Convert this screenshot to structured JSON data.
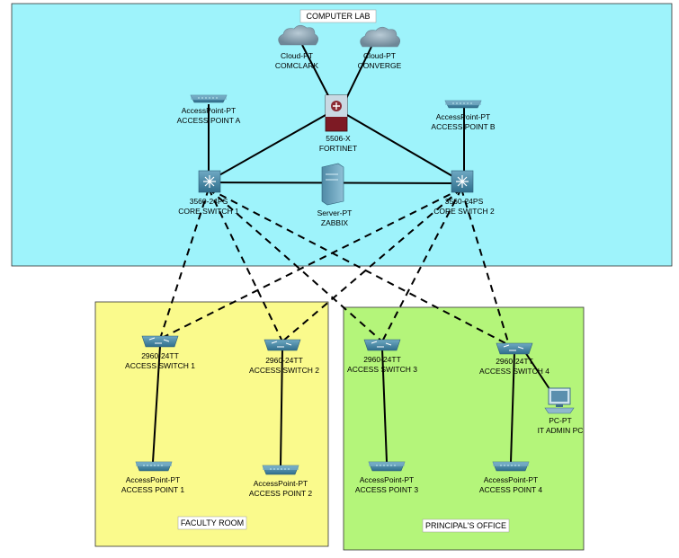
{
  "zones": {
    "computer_lab": {
      "label": "COMPUTER LAB",
      "color": "#9ef3fb"
    },
    "faculty_room": {
      "label": "FACULTY ROOM",
      "color": "#fafa8c"
    },
    "principals_office": {
      "label": "PRINCIPAL'S OFFICE",
      "color": "#b4f57a"
    }
  },
  "devices": {
    "cloud1": {
      "type": "Cloud-PT",
      "name": "COMCLARK"
    },
    "cloud2": {
      "type": "Cloud-PT",
      "name": "CONVERGE"
    },
    "firewall": {
      "type": "5506-X",
      "name": "FORTINET"
    },
    "ap_a": {
      "type": "AccessPoint-PT",
      "name": "ACCESS POINT A"
    },
    "ap_b": {
      "type": "AccessPoint-PT",
      "name": "ACCESS POINT B"
    },
    "core1": {
      "type": "3560-24PS",
      "name": "CORE SWITCH 1"
    },
    "core2": {
      "type": "3560-24PS",
      "name": "CORE SWITCH 2"
    },
    "server": {
      "type": "Server-PT",
      "name": "ZABBIX"
    },
    "as1": {
      "type": "2960-24TT",
      "name": "ACCESS SWITCH 1"
    },
    "as2": {
      "type": "2960-24TT",
      "name": "ACCESS SWITCH 2"
    },
    "as3": {
      "type": "2960-24TT",
      "name": "ACCESS SWITCH 3"
    },
    "as4": {
      "type": "2960-24TT",
      "name": "ACCESS SWITCH 4"
    },
    "ap1": {
      "type": "AccessPoint-PT",
      "name": "ACCESS POINT 1"
    },
    "ap2": {
      "type": "AccessPoint-PT",
      "name": "ACCESS POINT 2"
    },
    "ap3": {
      "type": "AccessPoint-PT",
      "name": "ACCESS POINT 3"
    },
    "ap4": {
      "type": "AccessPoint-PT",
      "name": "ACCESS POINT 4"
    },
    "pc": {
      "type": "PC-PT",
      "name": "IT ADMIN PC"
    }
  },
  "links": [
    {
      "from": "cloud1",
      "to": "firewall",
      "style": "solid"
    },
    {
      "from": "cloud2",
      "to": "firewall",
      "style": "solid"
    },
    {
      "from": "firewall",
      "to": "core1",
      "style": "solid"
    },
    {
      "from": "firewall",
      "to": "core2",
      "style": "solid"
    },
    {
      "from": "core1",
      "to": "core2",
      "style": "solid"
    },
    {
      "from": "ap_a",
      "to": "core1",
      "style": "solid"
    },
    {
      "from": "ap_b",
      "to": "core2",
      "style": "solid"
    },
    {
      "from": "core1",
      "to": "as1",
      "style": "dashed"
    },
    {
      "from": "core1",
      "to": "as2",
      "style": "dashed"
    },
    {
      "from": "core1",
      "to": "as3",
      "style": "dashed"
    },
    {
      "from": "core1",
      "to": "as4",
      "style": "dashed"
    },
    {
      "from": "core2",
      "to": "as1",
      "style": "dashed"
    },
    {
      "from": "core2",
      "to": "as2",
      "style": "dashed"
    },
    {
      "from": "core2",
      "to": "as3",
      "style": "dashed"
    },
    {
      "from": "core2",
      "to": "as4",
      "style": "dashed"
    },
    {
      "from": "as1",
      "to": "ap1",
      "style": "solid"
    },
    {
      "from": "as2",
      "to": "ap2",
      "style": "solid"
    },
    {
      "from": "as3",
      "to": "ap3",
      "style": "solid"
    },
    {
      "from": "as4",
      "to": "ap4",
      "style": "solid"
    },
    {
      "from": "as4",
      "to": "pc",
      "style": "solid"
    }
  ]
}
